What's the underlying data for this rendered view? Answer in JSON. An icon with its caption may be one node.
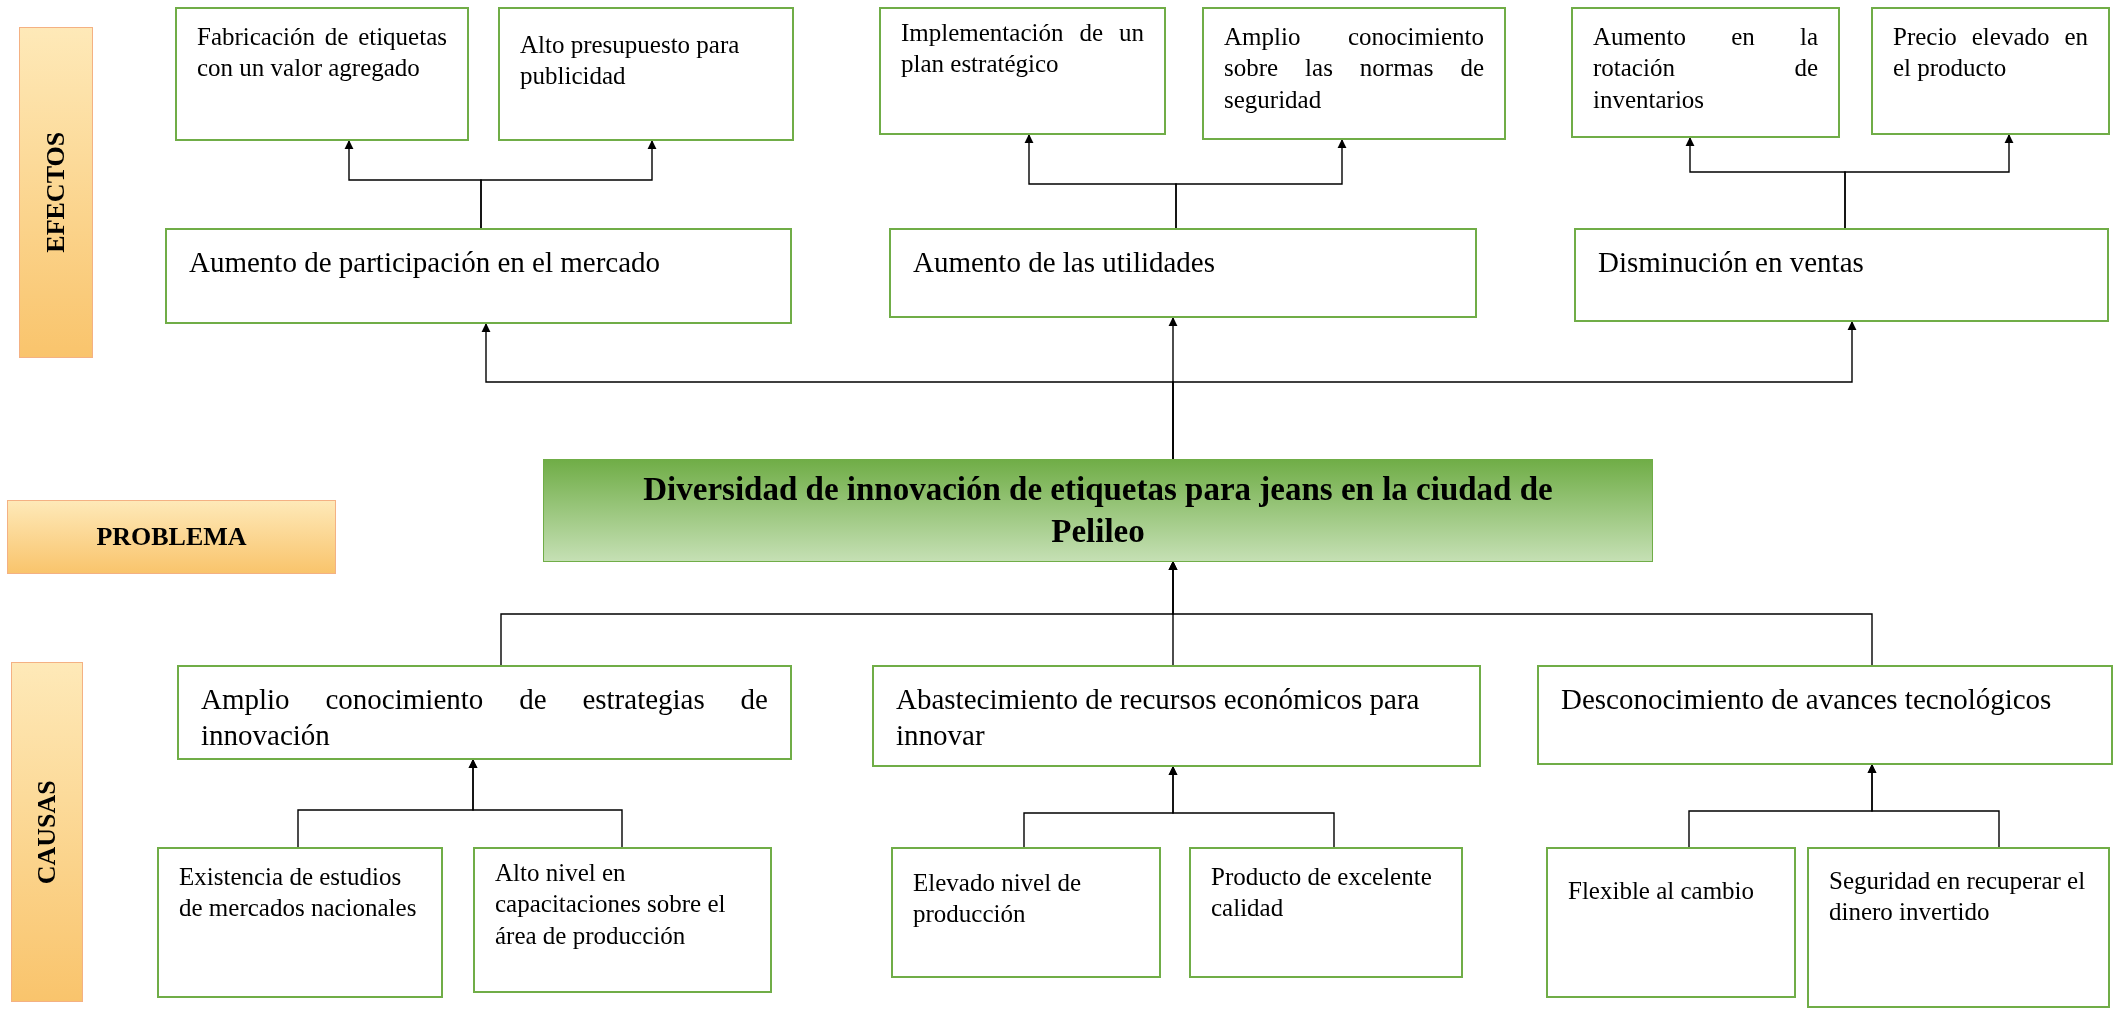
{
  "diagram": {
    "nodes": [
      {
        "text": [
          "EFECTOS"
        ]
      },
      {
        "text": [
          "Fabricación de etiquetas con un valor agregado"
        ]
      },
      {
        "text": [
          "Alto presupuesto para publicidad"
        ]
      },
      {
        "text": [
          "Implementación de un plan estratégico"
        ]
      },
      {
        "text": [
          "Amplio conocimiento sobre las normas de seguridad"
        ]
      },
      {
        "text": [
          "Aumento en la rotación de inventarios"
        ]
      },
      {
        "text": [
          "Precio elevado en el producto"
        ]
      },
      {
        "text": [
          "Aumento de participación en el mercado"
        ]
      },
      {
        "text": [
          "Aumento de las utilidades"
        ]
      },
      {
        "text": [
          "Disminución en ventas"
        ]
      },
      {
        "text": [
          "PROBLEMA"
        ]
      },
      {
        "text": [
          "Diversidad de innovación de etiquetas para jeans en la ciudad de Pelileo"
        ]
      },
      {
        "text": [
          "CAUSAS"
        ]
      },
      {
        "text": [
          "Amplio conocimiento de estrategias de innovación"
        ]
      },
      {
        "text": [
          "Abastecimiento de recursos económicos para innovar"
        ]
      },
      {
        "text": [
          "Desconocimiento de avances tecnológicos"
        ]
      },
      {
        "text": [
          "Existencia de estudios de mercados nacionales"
        ]
      },
      {
        "text": [
          "Alto nivel en capacitaciones sobre el área de producción"
        ]
      },
      {
        "text": [
          "Elevado nivel de producción"
        ]
      },
      {
        "text": [
          "Producto de excelente calidad"
        ]
      },
      {
        "text": [
          "Flexible al cambio"
        ]
      },
      {
        "text": [
          "Seguridad en recuperar el dinero invertido"
        ]
      }
    ],
    "edges": [
      {
        "from": 7,
        "to": 1,
        "arrow": "to"
      },
      {
        "from": 7,
        "to": 2,
        "arrow": "to"
      },
      {
        "from": 8,
        "to": 3,
        "arrow": "to"
      },
      {
        "from": 8,
        "to": 4,
        "arrow": "to"
      },
      {
        "from": 9,
        "to": 5,
        "arrow": "to"
      },
      {
        "from": 9,
        "to": 6,
        "arrow": "to"
      },
      {
        "from": 11,
        "to": 7,
        "arrow": "to"
      },
      {
        "from": 11,
        "to": 8,
        "arrow": "to"
      },
      {
        "from": 11,
        "to": 9,
        "arrow": "to"
      },
      {
        "from": 13,
        "to": 11,
        "arrow": "to"
      },
      {
        "from": 14,
        "to": 11,
        "arrow": "to"
      },
      {
        "from": 15,
        "to": 11,
        "arrow": "to"
      },
      {
        "from": 16,
        "to": 13,
        "arrow": "to"
      },
      {
        "from": 17,
        "to": 13,
        "arrow": "to"
      },
      {
        "from": 18,
        "to": 14,
        "arrow": "to"
      },
      {
        "from": 19,
        "to": 14,
        "arrow": "to"
      },
      {
        "from": 20,
        "to": 15,
        "arrow": "to"
      },
      {
        "from": 21,
        "to": 15,
        "arrow": "to"
      }
    ]
  }
}
